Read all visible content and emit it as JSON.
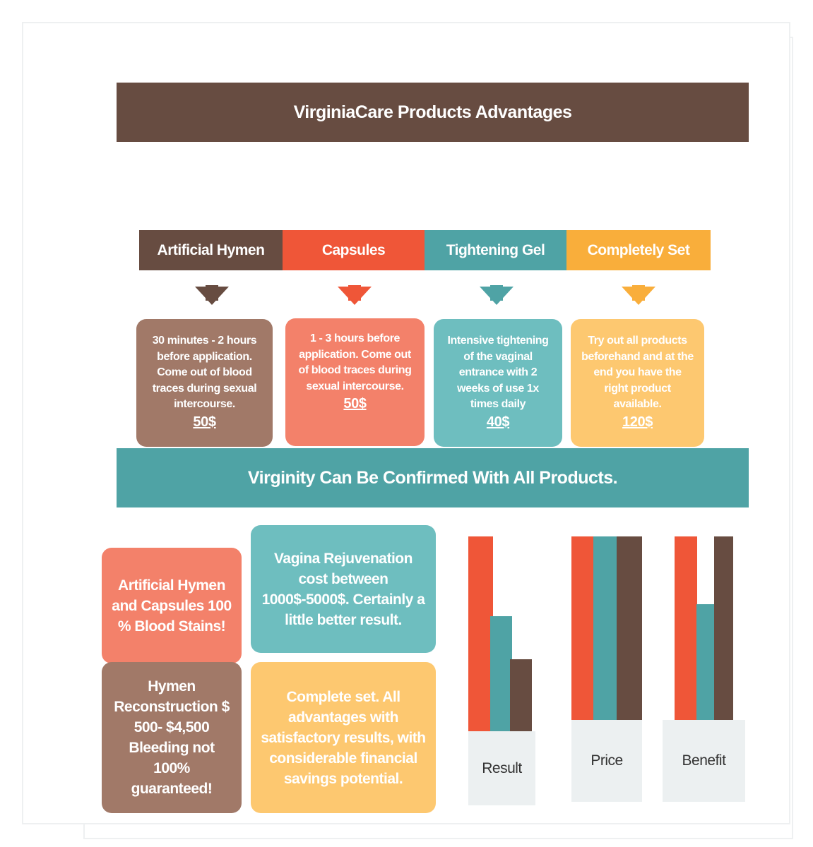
{
  "title": "VirginiaCare Products Advantages",
  "colors": {
    "brown": "#674c41",
    "red": "#ef5638",
    "teal": "#4fa3a5",
    "orange": "#f9ae3b",
    "brown_light": "#a17968",
    "red_light": "#f3816a",
    "teal_light": "#6ebebf",
    "orange_light": "#fdc870"
  },
  "products": [
    {
      "name": "Artificial Hymen",
      "description": "30 minutes - 2 hours before application. Come out of blood traces during sexual intercourse.",
      "price": "50$"
    },
    {
      "name": "Capsules",
      "description": "1 - 3 hours before application. Come out of blood traces during sexual intercourse.",
      "price": "50$"
    },
    {
      "name": "Tightening Gel",
      "description": "Intensive tightening of the vaginal entrance with 2 weeks of use 1x times daily",
      "price": "40$"
    },
    {
      "name": "Completely Set",
      "description": "Try out all products beforehand and at the end you have the right product available.",
      "price": "120$"
    }
  ],
  "banner": "Virginity Can Be Confirmed With All Products.",
  "boxes": {
    "hymen_capsules": "Artificial Hymen and Capsules 100 % Blood Stains!",
    "rejuvenation": "Vagina Rejuvenation cost between 1000$-5000$. Certainly a little better result.",
    "reconstruction": "Hymen Reconstruction $ 500- $4,500 Bleeding not 100% guaranteed!",
    "complete_set": "Complete set. All advantages with satisfactory results, with considerable financial savings potential."
  },
  "chart_data": {
    "type": "bar",
    "categories": [
      "Result",
      "Price",
      "Benefit"
    ],
    "series": [
      {
        "color": "#ef5638",
        "values": [
          100,
          100,
          100
        ]
      },
      {
        "color": "#4fa3a5",
        "values": [
          59,
          100,
          63
        ]
      },
      {
        "color": "#674c41",
        "values": [
          37,
          100,
          100
        ]
      }
    ],
    "ylim": [
      0,
      100
    ]
  }
}
